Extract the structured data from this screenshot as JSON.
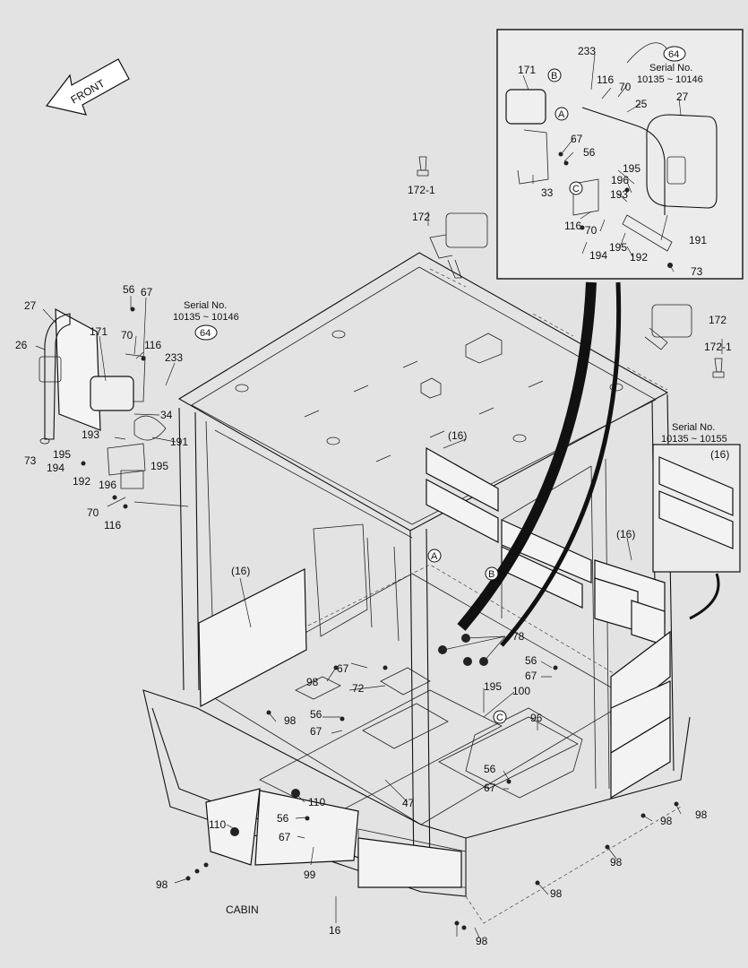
{
  "figure": {
    "caption": "CABIN",
    "front_label": "FRONT",
    "serial_left": "Serial No.\n10135 ~ 10146",
    "serial_inset": "Serial No.\n10135 ~ 10146",
    "serial_right": "Serial No.\n10135 ~ 10155",
    "ref_page": "64"
  },
  "markers": [
    "A",
    "B",
    "C"
  ],
  "part_numbers": [
    "16",
    "(16)",
    "25",
    "26",
    "27",
    "33",
    "34",
    "47",
    "56",
    "67",
    "70",
    "72",
    "73",
    "78",
    "96",
    "98",
    "99",
    "100",
    "110",
    "116",
    "171",
    "172",
    "172-1",
    "191",
    "192",
    "193",
    "194",
    "195",
    "196",
    "233"
  ],
  "labels": [
    {
      "id": "l-233-i",
      "text": "233"
    },
    {
      "id": "l-64-i",
      "text": "64"
    },
    {
      "id": "l-serial-i1",
      "text": "Serial No."
    },
    {
      "id": "l-serial-i2",
      "text": "10135 ~ 10146"
    },
    {
      "id": "l-171-i",
      "text": "171"
    },
    {
      "id": "l-116-i",
      "text": "116"
    },
    {
      "id": "l-70-i",
      "text": "70"
    },
    {
      "id": "l-27-i",
      "text": "27"
    },
    {
      "id": "l-25-i",
      "text": "25"
    },
    {
      "id": "l-67-i",
      "text": "67"
    },
    {
      "id": "l-56-i",
      "text": "56"
    },
    {
      "id": "l-195-i",
      "text": "195"
    },
    {
      "id": "l-196-i",
      "text": "196"
    },
    {
      "id": "l-193-i",
      "text": "193"
    },
    {
      "id": "l-33-i",
      "text": "33"
    },
    {
      "id": "l-116-i2",
      "text": "116"
    },
    {
      "id": "l-70-i2",
      "text": "70"
    },
    {
      "id": "l-195-i2",
      "text": "195"
    },
    {
      "id": "l-191-i",
      "text": "191"
    },
    {
      "id": "l-194-i",
      "text": "194"
    },
    {
      "id": "l-192-i",
      "text": "192"
    },
    {
      "id": "l-73-i",
      "text": "73"
    },
    {
      "id": "l-172-1-a",
      "text": "172-1"
    },
    {
      "id": "l-172-a",
      "text": "172"
    },
    {
      "id": "l-172-b",
      "text": "172"
    },
    {
      "id": "l-172-1-b",
      "text": "172-1"
    },
    {
      "id": "l-56-a",
      "text": "56"
    },
    {
      "id": "l-67-a",
      "text": "67"
    },
    {
      "id": "l-serial-l1",
      "text": "Serial No."
    },
    {
      "id": "l-serial-l2",
      "text": "10135 ~ 10146"
    },
    {
      "id": "l-64-l",
      "text": "64"
    },
    {
      "id": "l-27-l",
      "text": "27"
    },
    {
      "id": "l-26-l",
      "text": "26"
    },
    {
      "id": "l-171-l",
      "text": "171"
    },
    {
      "id": "l-70-l",
      "text": "70"
    },
    {
      "id": "l-116-l",
      "text": "116"
    },
    {
      "id": "l-233-l",
      "text": "233"
    },
    {
      "id": "l-34-l",
      "text": "34"
    },
    {
      "id": "l-193-l",
      "text": "193"
    },
    {
      "id": "l-191-l",
      "text": "191"
    },
    {
      "id": "l-195-l",
      "text": "195"
    },
    {
      "id": "l-194-l",
      "text": "194"
    },
    {
      "id": "l-195-l2",
      "text": "195"
    },
    {
      "id": "l-192-l",
      "text": "192"
    },
    {
      "id": "l-196-l",
      "text": "196"
    },
    {
      "id": "l-73-l",
      "text": "73"
    },
    {
      "id": "l-70-l2",
      "text": "70"
    },
    {
      "id": "l-116-l2",
      "text": "116"
    },
    {
      "id": "l-16-a",
      "text": "(16)"
    },
    {
      "id": "l-16-b",
      "text": "(16)"
    },
    {
      "id": "l-16-c",
      "text": "(16)"
    },
    {
      "id": "l-serial-r1",
      "text": "Serial No."
    },
    {
      "id": "l-serial-r2",
      "text": "10135 ~ 10155"
    },
    {
      "id": "l-16-d",
      "text": "(16)"
    },
    {
      "id": "l-78",
      "text": "78"
    },
    {
      "id": "l-56-b",
      "text": "56"
    },
    {
      "id": "l-67-b",
      "text": "67"
    },
    {
      "id": "l-98-a",
      "text": "98"
    },
    {
      "id": "l-67-c",
      "text": "67"
    },
    {
      "id": "l-72",
      "text": "72"
    },
    {
      "id": "l-195-c",
      "text": "195"
    },
    {
      "id": "l-100",
      "text": "100"
    },
    {
      "id": "l-98-b",
      "text": "98"
    },
    {
      "id": "l-56-c",
      "text": "56"
    },
    {
      "id": "l-67-d",
      "text": "67"
    },
    {
      "id": "l-96",
      "text": "96"
    },
    {
      "id": "l-56-d",
      "text": "56"
    },
    {
      "id": "l-67-e",
      "text": "67"
    },
    {
      "id": "l-110-a",
      "text": "110"
    },
    {
      "id": "l-47",
      "text": "47"
    },
    {
      "id": "l-56-e",
      "text": "56"
    },
    {
      "id": "l-110-b",
      "text": "110"
    },
    {
      "id": "l-67-f",
      "text": "67"
    },
    {
      "id": "l-99",
      "text": "99"
    },
    {
      "id": "l-98-c",
      "text": "98"
    },
    {
      "id": "l-98-d",
      "text": "98"
    },
    {
      "id": "l-98-e",
      "text": "98"
    },
    {
      "id": "l-98-f",
      "text": "98"
    },
    {
      "id": "l-98-g",
      "text": "98"
    },
    {
      "id": "l-98-h",
      "text": "98"
    },
    {
      "id": "l-16",
      "text": "16"
    }
  ]
}
